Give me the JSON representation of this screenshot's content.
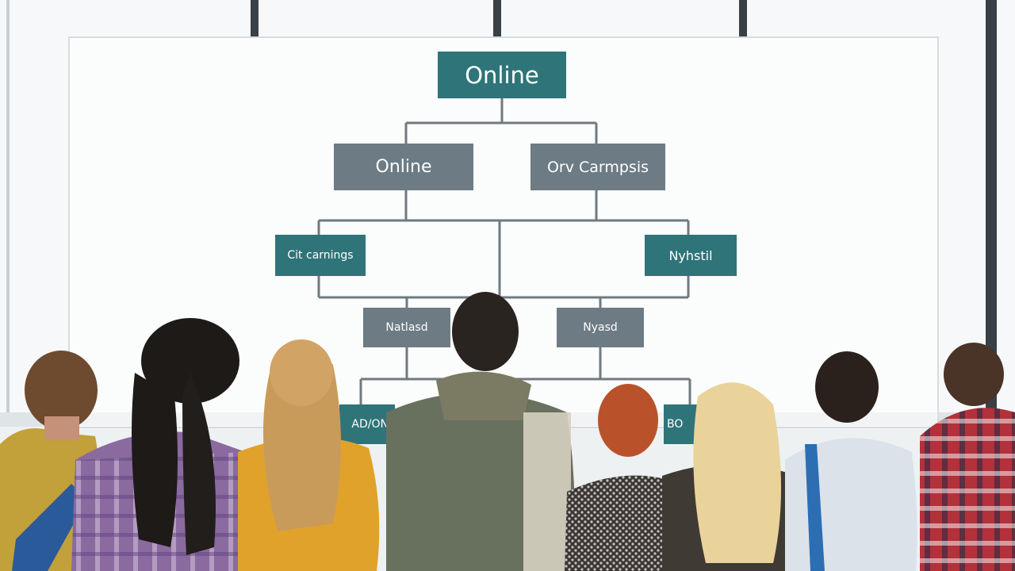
{
  "org_chart": {
    "root": {
      "label": "Online",
      "color": "#2f7479"
    },
    "level2": [
      {
        "label": "Online",
        "color": "#6d7b84"
      },
      {
        "label": "Orv Carmpsis",
        "color": "#6d7b84"
      }
    ],
    "level3": [
      {
        "label": "Cit carnings",
        "color": "#2f7479"
      },
      {
        "label": "Nyhstil",
        "color": "#2f7479"
      }
    ],
    "level4": [
      {
        "label": "Natlasd",
        "color": "#6d7b84"
      },
      {
        "label": "Nyasd",
        "color": "#6d7b84"
      }
    ],
    "level5": [
      {
        "label": "AD/ON",
        "color": "#2f7479"
      },
      {
        "label": "BO",
        "color": "#2f7479"
      }
    ],
    "connector_color": "#6f7a80"
  }
}
